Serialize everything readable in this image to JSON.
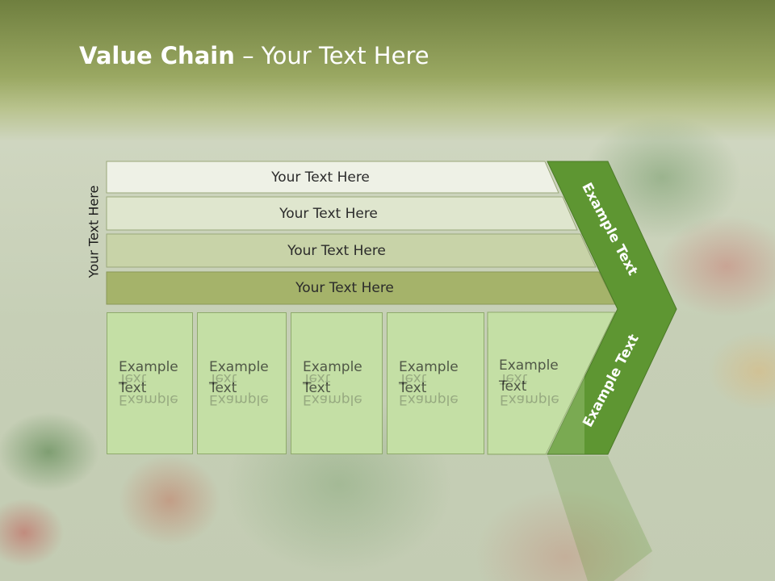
{
  "title": {
    "bold": "Value Chain",
    "rest": " – Your Text Here"
  },
  "side_label": "Your Text Here",
  "bars": [
    {
      "label": "Your Text Here",
      "fill": "#eef1e6"
    },
    {
      "label": "Your Text Here",
      "fill": "#dfe6ce"
    },
    {
      "label": "Your Text Here",
      "fill": "#c8d3a8"
    },
    {
      "label": "Your Text Here",
      "fill": "#a5b36a"
    }
  ],
  "columns": [
    {
      "line1": "Example",
      "line2": "Text"
    },
    {
      "line1": "Example",
      "line2": "Text"
    },
    {
      "line1": "Example",
      "line2": "Text"
    },
    {
      "line1": "Example",
      "line2": "Text"
    },
    {
      "line1": "Example",
      "line2": "Text"
    }
  ],
  "arrow": {
    "upper_label": "Example Text",
    "lower_label": "Example Text",
    "fill": "#5e9632"
  },
  "colors": {
    "column_fill": "#c4dfa5",
    "column_border": "#8faa6c"
  }
}
